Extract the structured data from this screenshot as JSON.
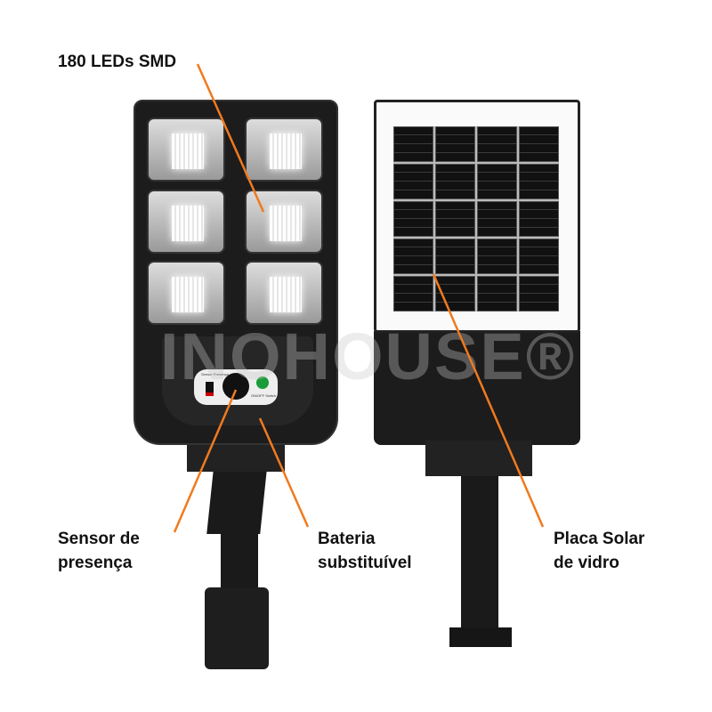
{
  "labels": {
    "leds": "180 LEDs SMD",
    "sensor": [
      "Sensor de",
      "presença"
    ],
    "battery": [
      "Bateria",
      "substituível"
    ],
    "panel": [
      "Placa Solar",
      "de vidro"
    ]
  },
  "watermark": "INOHOUSE®",
  "sensor_panel": {
    "left_text": "Sensor Presença",
    "right_text": "ON/OFF Switch"
  },
  "colors": {
    "accent": "#f07a1e",
    "body": "#1c1c1c"
  }
}
